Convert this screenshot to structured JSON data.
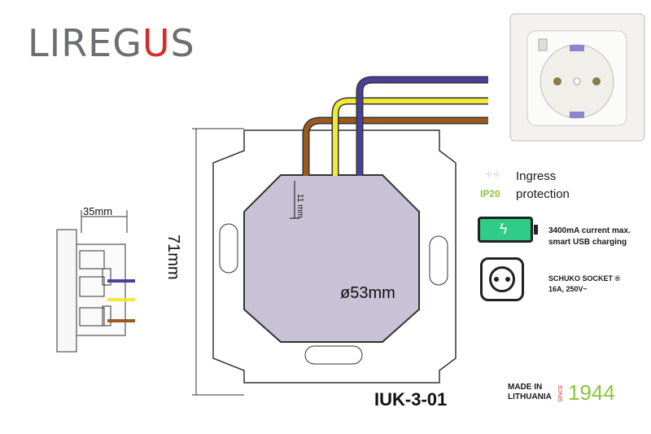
{
  "brand": {
    "logo_text_a": "LIREG",
    "logo_text_b": "U",
    "logo_text_c": "S"
  },
  "dimensions": {
    "depth": "35mm",
    "height": "71mm",
    "diameter": "ø53mm",
    "offset": "11 mm"
  },
  "features": {
    "ip_code": "IP20",
    "ingress_line1": "Ingress",
    "ingress_line2": "protection",
    "usb_line1": "3400mA current max.",
    "usb_line2": "smart USB charging",
    "schuko_line1": "SCHUKO SOCKET ®",
    "schuko_line2": "16A, 250V~"
  },
  "product": {
    "model": "IUK-3-01"
  },
  "origin": {
    "made_in": "MADE IN",
    "country": "LITHUANIA",
    "since": "SINCE",
    "year": "1944"
  },
  "colors": {
    "wire_blue": "#4b3f9e",
    "wire_yellow": "#f2e836",
    "wire_brown": "#9b5a1e",
    "box_fill": "#c9c1d6",
    "logo_red": "#d52b2b",
    "accent_green": "#8cc63f",
    "battery_green": "#2ecc86"
  },
  "icons": [
    "water-drops-icon",
    "battery-icon",
    "lightning-icon",
    "socket-icon"
  ]
}
